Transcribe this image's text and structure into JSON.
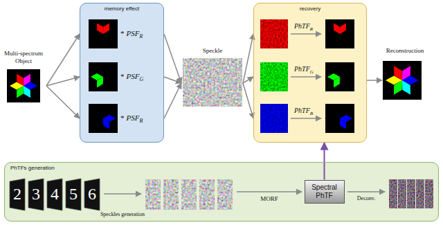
{
  "diagram": {
    "nodes": [
      {
        "text": [
          "Multi-spectrum Object"
        ]
      },
      {
        "text": [
          "memory effect"
        ]
      },
      {
        "text": [
          "Speckle"
        ]
      },
      {
        "text": [
          "recovery"
        ]
      },
      {
        "text": [
          "Reconstruction"
        ]
      },
      {
        "text": [
          "PhTFs generation"
        ]
      },
      {
        "text": [
          "Spectral PhTF"
        ],
        "in": 5
      }
    ],
    "edges": [
      {
        "from": 0,
        "to": 1,
        "arrow": "to"
      },
      {
        "from": 1,
        "to": 2,
        "arrow": "to"
      },
      {
        "from": 2,
        "to": 3,
        "arrow": "to"
      },
      {
        "from": 3,
        "to": 4,
        "arrow": "to"
      },
      {
        "from": 6,
        "to": 3,
        "arrow": "to"
      }
    ],
    "labels": [
      "*",
      "PSF",
      "R",
      "*",
      "PSF",
      "G",
      "*",
      "PSF",
      "B",
      "PhTF",
      "R",
      "PhTF",
      "G",
      "PhTF",
      "B",
      "2",
      "3",
      "4",
      "5",
      "6",
      "Speckles generation",
      "MORF",
      "Deconv."
    ]
  }
}
